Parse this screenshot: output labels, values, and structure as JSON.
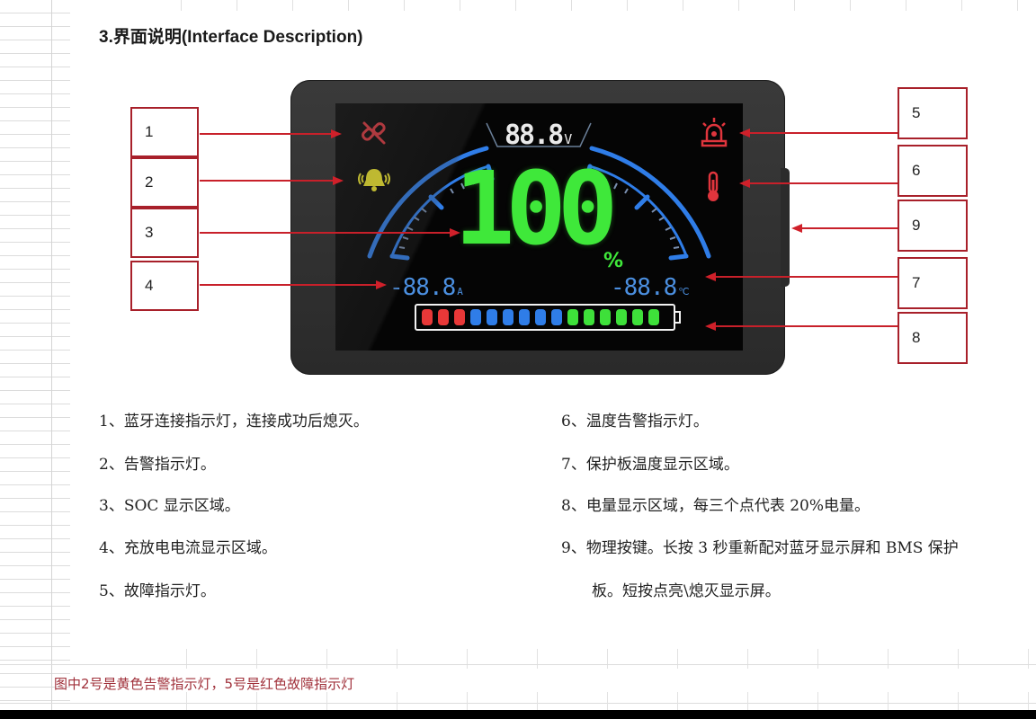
{
  "title": "3.界面说明(Interface Description)",
  "device": {
    "voltage": {
      "value": "88.8",
      "unit": "V"
    },
    "soc": {
      "value": "100",
      "unit": "%"
    },
    "current": {
      "value": "-88.8",
      "unit": "A"
    },
    "temperature": {
      "value": "-88.8",
      "unit": "℃"
    },
    "battery_segments": {
      "total": 15,
      "colors": [
        "#e83838",
        "#e83838",
        "#e83838",
        "#2f7de8",
        "#2f7de8",
        "#2f7de8",
        "#2f7de8",
        "#2f7de8",
        "#2f7de8",
        "#3ee03a",
        "#3ee03a",
        "#3ee03a",
        "#3ee03a",
        "#3ee03a",
        "#3ee03a"
      ]
    },
    "icons": {
      "bluetooth": "bluetooth-disconnected-icon",
      "alarm": "alarm-bell-icon",
      "fault": "fault-siren-icon",
      "temperature": "thermometer-icon"
    }
  },
  "callouts": [
    {
      "id": "1",
      "label": "1"
    },
    {
      "id": "2",
      "label": "2"
    },
    {
      "id": "3",
      "label": "3"
    },
    {
      "id": "4",
      "label": "4"
    },
    {
      "id": "5",
      "label": "5"
    },
    {
      "id": "6",
      "label": "6"
    },
    {
      "id": "9",
      "label": "9"
    },
    {
      "id": "7",
      "label": "7"
    },
    {
      "id": "8",
      "label": "8"
    }
  ],
  "descriptions": {
    "left": [
      "1、蓝牙连接指示灯，连接成功后熄灭。",
      "2、告警指示灯。",
      "3、SOC 显示区域。",
      "4、充放电电流显示区域。",
      "5、故障指示灯。"
    ],
    "right": [
      "6、温度告警指示灯。",
      "7、保护板温度显示区域。",
      "8、电量显示区域，每三个点代表 20%电量。",
      "9、物理按键。长按 3 秒重新配对蓝牙显示屏和 BMS 保护",
      "板。短按点亮\\熄灭显示屏。"
    ]
  },
  "note": "图中2号是黄色告警指示灯，5号是红色故障指示灯",
  "colors": {
    "callout_border": "#a8202a",
    "arrow": "#c8202a",
    "soc_green": "#3fe83a",
    "gauge_blue": "#2f7de8",
    "note_red": "#a0303a"
  }
}
